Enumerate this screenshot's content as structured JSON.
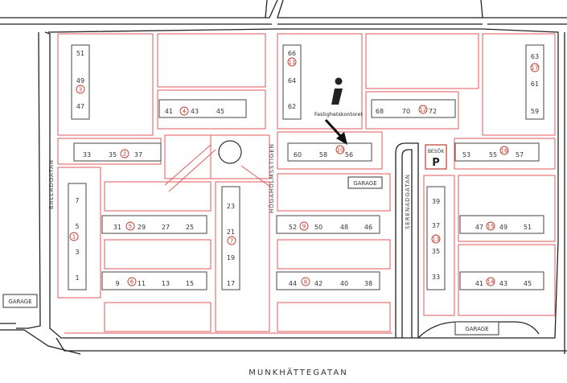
{
  "streets": {
    "munkhattegatan": "MUNKHÄTTEGATAN",
    "balladgatan": "BALLADGATAN",
    "hogaholmsstigen": "HÖGAHOLMSSTIGEN",
    "serenadgatan": "SERENADGATAN"
  },
  "labels": {
    "garage_1": "GARAGE",
    "garage_2": "GARAGE",
    "garage_3": "GARAGE",
    "besok": "BESÖK",
    "parking": "P",
    "office": "Fastighetskontoret",
    "info_icon": "info-icon"
  },
  "house_numbers": {
    "b1": [
      "51",
      "49",
      "47"
    ],
    "b2": [
      "41",
      "43",
      "45"
    ],
    "b3": [
      "33",
      "35",
      "37"
    ],
    "b4": [
      "66",
      "64",
      "62"
    ],
    "b5": [
      "68",
      "70",
      "72"
    ],
    "b6": [
      "63",
      "61",
      "59"
    ],
    "b7": [
      "60",
      "58",
      "56"
    ],
    "b8": [
      "53",
      "55",
      "57"
    ],
    "b9": [
      "7",
      "5",
      "3",
      "1"
    ],
    "b10": [
      "31",
      "29",
      "27",
      "25"
    ],
    "b11": [
      "9",
      "11",
      "13",
      "15"
    ],
    "b12": [
      "23",
      "21",
      "19",
      "17"
    ],
    "b13": [
      "52",
      "50",
      "48",
      "46"
    ],
    "b14": [
      "44",
      "42",
      "40",
      "38"
    ],
    "b15": [
      "39",
      "37",
      "35",
      "33"
    ],
    "b16": [
      "47",
      "49",
      "51"
    ],
    "b17": [
      "41",
      "43",
      "45"
    ]
  },
  "block_numbers": [
    "1",
    "2",
    "3",
    "4",
    "5",
    "6",
    "7",
    "8",
    "9",
    "10",
    "11",
    "12",
    "13",
    "14",
    "15",
    "16",
    "17"
  ],
  "colors": {
    "road": "#222222",
    "plot": "#e05a5a",
    "building": "#555555",
    "circle": "#c0392b"
  }
}
